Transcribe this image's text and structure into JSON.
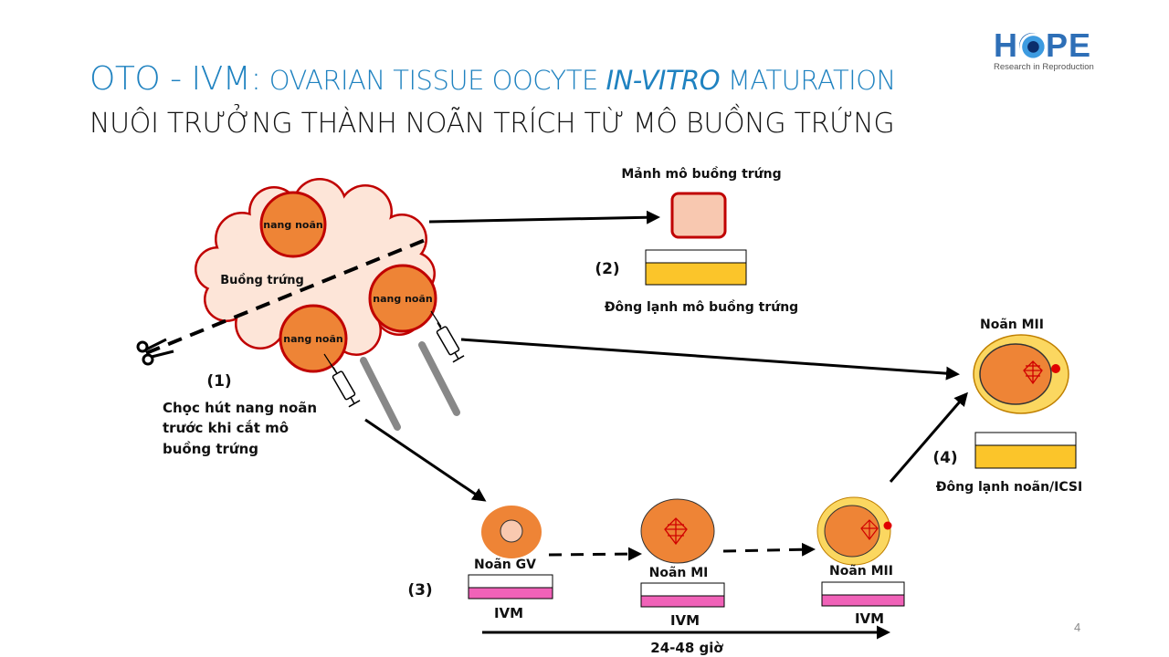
{
  "title": {
    "main": "OTO - IVM:",
    "rest_1": " OVARIAN TISSUE OOCYTE ",
    "rest_italic": "IN-VITRO",
    "rest_2": " MATURATION"
  },
  "subtitle": "NUÔI TRƯỞNG THÀNH NOÃN TRÍCH TỪ MÔ BUỒNG TRỨNG",
  "logo": {
    "word_h": "H",
    "word_pe": "PE",
    "tagline": "Research in Reproduction"
  },
  "page_number": "4",
  "colors": {
    "title_blue": "#1f82c0",
    "follicle": "#ee8436",
    "outline_red": "#c00000",
    "ovary_fill": "#fde5d8",
    "cryo_yellow": "#fbc52a",
    "ivm_pink": "#f062b8",
    "zona_yellow": "#fbd760"
  },
  "diagram": {
    "ovary_label": "Buồng trứng",
    "follicle_label": "nang noãn",
    "step1": {
      "number": "(1)",
      "line1": "Chọc hút nang noãn",
      "line2": "trước khi cắt mô",
      "line3": "buồng trứng"
    },
    "step2": {
      "number": "(2)",
      "top_label": "Mảnh mô buồng trứng",
      "bottom_label": "Đông lạnh mô buồng trứng"
    },
    "step3": {
      "number": "(3)",
      "gv_label": "Noãn GV",
      "mi_label": "Noãn MI",
      "mii_label": "Noãn MII",
      "dish_label": "IVM",
      "duration": "24-48 giờ"
    },
    "step4": {
      "number": "(4)",
      "mii_label": "Noãn MII",
      "bottom_label": "Đông lạnh noãn/ICSI"
    }
  }
}
